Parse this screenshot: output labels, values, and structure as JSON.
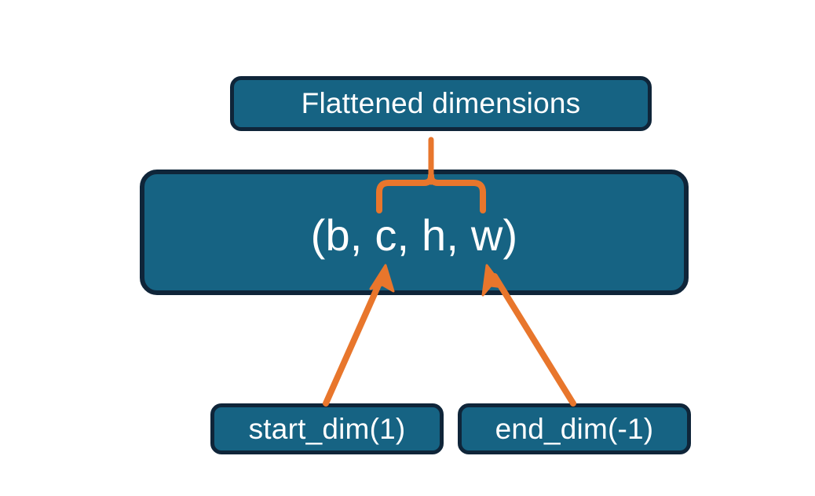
{
  "diagram": {
    "title": "Flatten dimension range diagram",
    "background_color": "#ffffff",
    "node_fill_color": "#166383",
    "node_border_color": "#0f2539",
    "node_text_color": "#ffffff",
    "connector_color": "#e8762c",
    "nodes": {
      "flattened": {
        "label": "Flattened dimensions",
        "role": "annotation-box-top"
      },
      "shape": {
        "label": "(b, c, h, w)",
        "role": "tensor-shape-box",
        "dims": [
          "b",
          "c",
          "h",
          "w"
        ]
      },
      "start_dim": {
        "label": "start_dim(1)",
        "role": "argument-box",
        "argument": "start_dim",
        "value": "1"
      },
      "end_dim": {
        "label": "end_dim(-1)",
        "role": "argument-box",
        "argument": "end_dim",
        "value": "-1"
      }
    },
    "connectors": [
      {
        "name": "brace-over-dims",
        "type": "curly-brace",
        "from": "shape.c..shape.w",
        "to": "flattened",
        "color": "#e8762c"
      },
      {
        "name": "start-dim-arrow",
        "type": "arrow",
        "from": "start_dim",
        "to": "shape.c",
        "color": "#e8762c"
      },
      {
        "name": "end-dim-arrow",
        "type": "arrow",
        "from": "end_dim",
        "to": "shape.w",
        "color": "#e8762c"
      }
    ]
  }
}
